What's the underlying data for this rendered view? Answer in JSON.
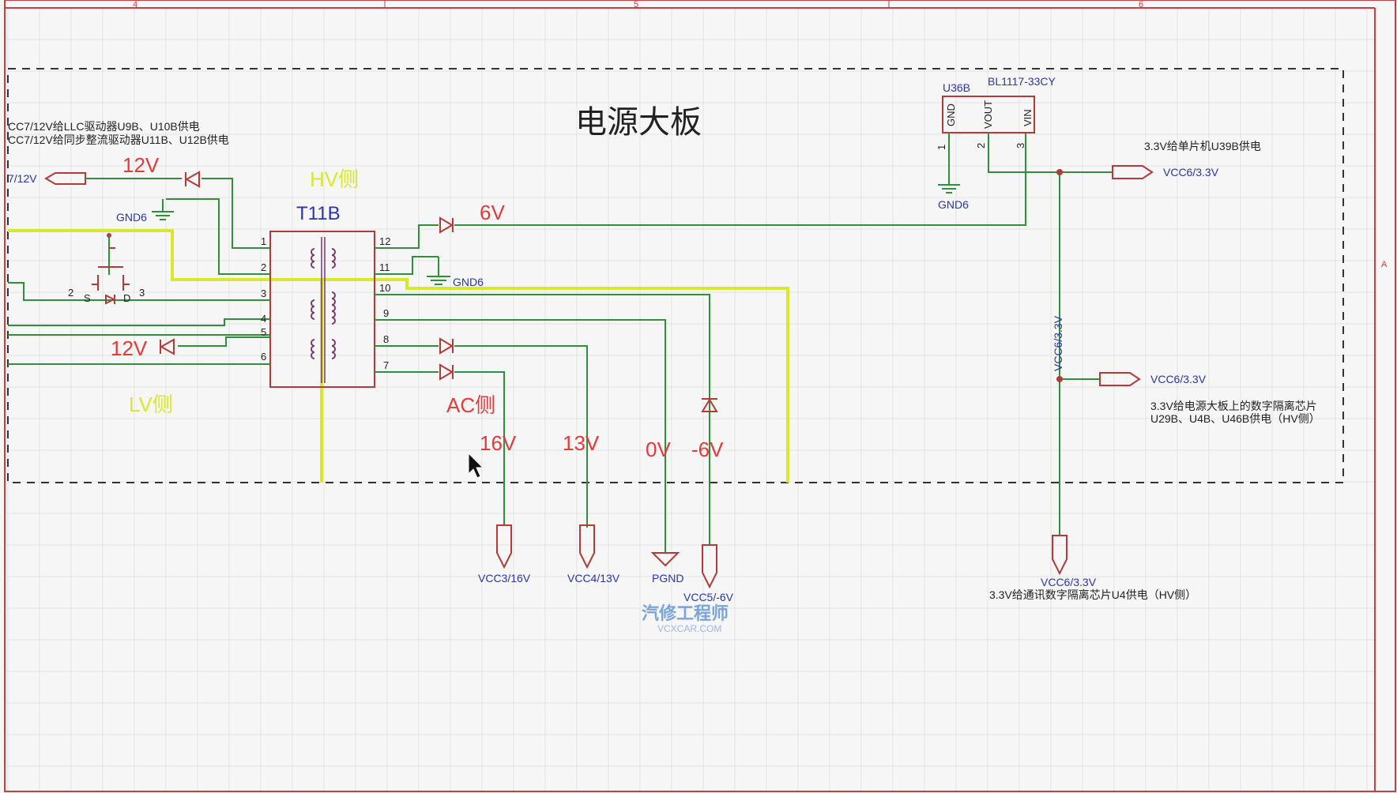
{
  "diagram": {
    "title": "电源大板",
    "transformer": {
      "designator": "T11B",
      "pins": [
        "1",
        "2",
        "3",
        "4",
        "5",
        "6",
        "12",
        "11",
        "10",
        "9",
        "8",
        "7"
      ]
    },
    "regulator": {
      "designator": "U36B",
      "part": "BL1117-33CY",
      "pins": {
        "gnd": "GND",
        "vout": "VOUT",
        "vin": "VIN"
      },
      "pin_numbers": [
        "1",
        "2",
        "3"
      ]
    },
    "mosfet_pins": {
      "s": "S",
      "d": "D",
      "left": "2",
      "right": "3"
    },
    "frame_ticks": [
      "4",
      "5",
      "6"
    ],
    "frame_letter": "A",
    "notes": {
      "llc_supply": "CC7/12V给LLC驱动器U9B、U10B供电",
      "sync_supply": "CC7/12V给同步整流驱动器U11B、U12B供电",
      "mcu_supply": "3.3V给单片机U39B供电",
      "isolator_line1": "3.3V给电源大板上的数字隔离芯片",
      "isolator_line2": "U29B、U4B、U46B供电（HV侧）",
      "comm_supply": "3.3V给通讯数字隔离芯片U4供电（HV侧）"
    },
    "nets": {
      "cc7": "7/12V",
      "gnd6_left": "GND6",
      "gnd6_mid": "GND6",
      "gnd6_right": "GND6",
      "vcc6_top": "VCC6/3.3V",
      "vcc6_mid": "VCC6/3.3V",
      "vcc6_vertical": "VCC6/3.3V",
      "vcc6_bottom": "VCC6/3.3V",
      "vcc3": "VCC3/16V",
      "vcc4": "VCC4/13V",
      "pgnd": "PGND",
      "vcc5": "VCC5/-6V"
    },
    "voltages": {
      "v12_top": "12V",
      "v12_bottom": "12V",
      "v6": "6V",
      "v16": "16V",
      "v13": "13V",
      "v0": "0V",
      "vneg6": "-6V"
    },
    "sides": {
      "hv": "HV侧",
      "lv": "LV侧",
      "ac": "AC侧"
    },
    "watermark": {
      "brand": "汽修工程师",
      "site": "VCXCAR.COM"
    }
  },
  "colors": {
    "wire": "#2f8f3a",
    "part": "#b43a3a",
    "net_label": "#2b35a8",
    "voltage": "#e23b3b",
    "hv_boundary": "#d8e82a"
  }
}
